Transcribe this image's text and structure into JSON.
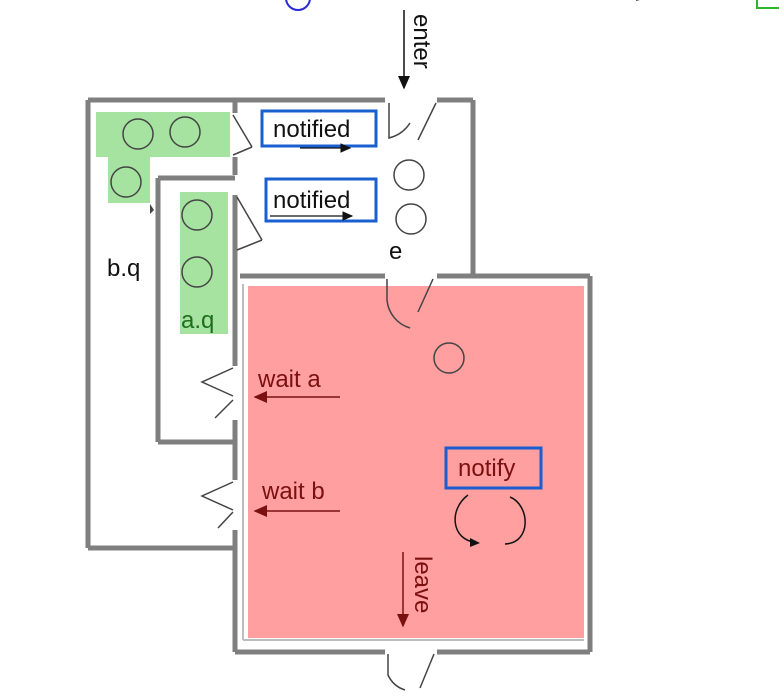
{
  "labels": {
    "enter": "enter",
    "notified_top": "notified",
    "notified_bottom": "notified",
    "e": "e",
    "bq": "b.q",
    "aq": "a.q",
    "wait_a": "wait a",
    "wait_b": "wait b",
    "notify": "notify",
    "leave": "leave"
  },
  "colors": {
    "wall": "#7f7f7f",
    "monitor_fill": "#ff9f9f",
    "queue_fill": "#a6e3a1",
    "queue_text": "#1f6e1a",
    "box_stroke": "#1a5fd0",
    "dark_red": "#7a1010"
  }
}
